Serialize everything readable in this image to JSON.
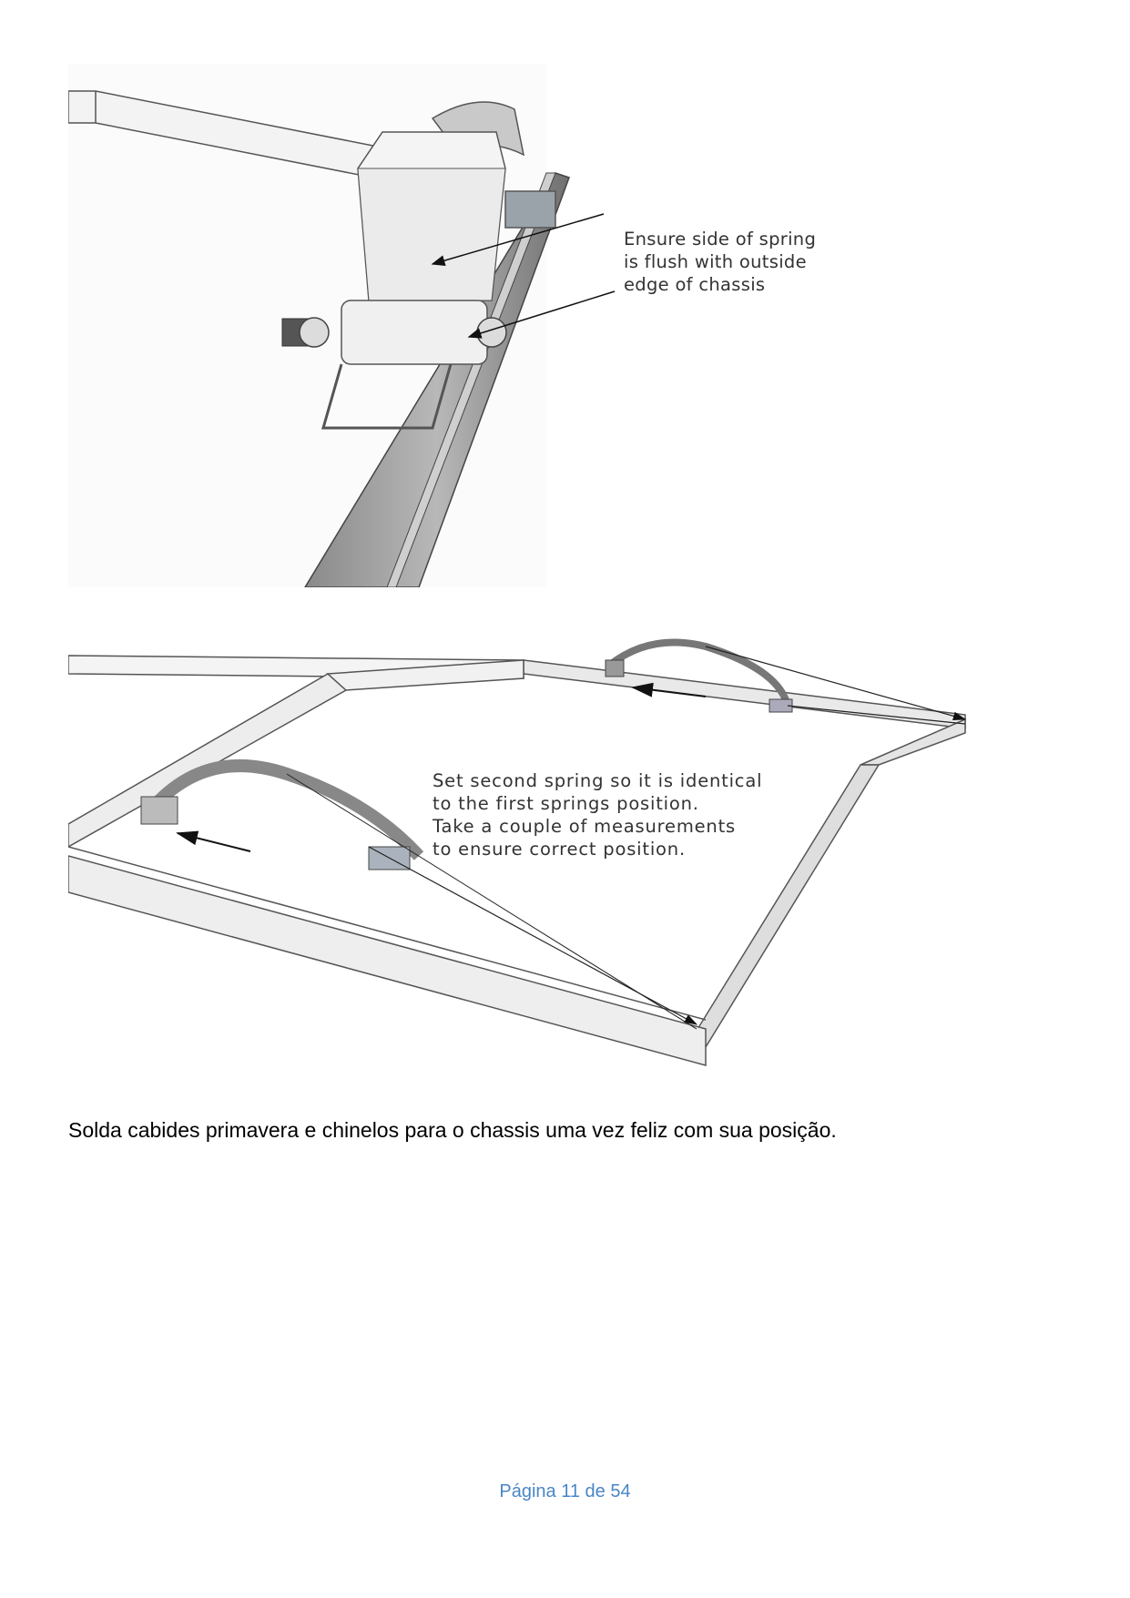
{
  "figures": [
    {
      "callout": "Ensure side of spring\nis flush with outside\nedge of chassis"
    },
    {
      "callout": "Set second spring so it is identical\nto the first springs position.\nTake a couple of measurements\nto ensure correct position."
    }
  ],
  "caption": "Solda cabides primavera e chinelos para o chassis uma vez feliz com sua posição.",
  "footer": "Página 11 de 54"
}
